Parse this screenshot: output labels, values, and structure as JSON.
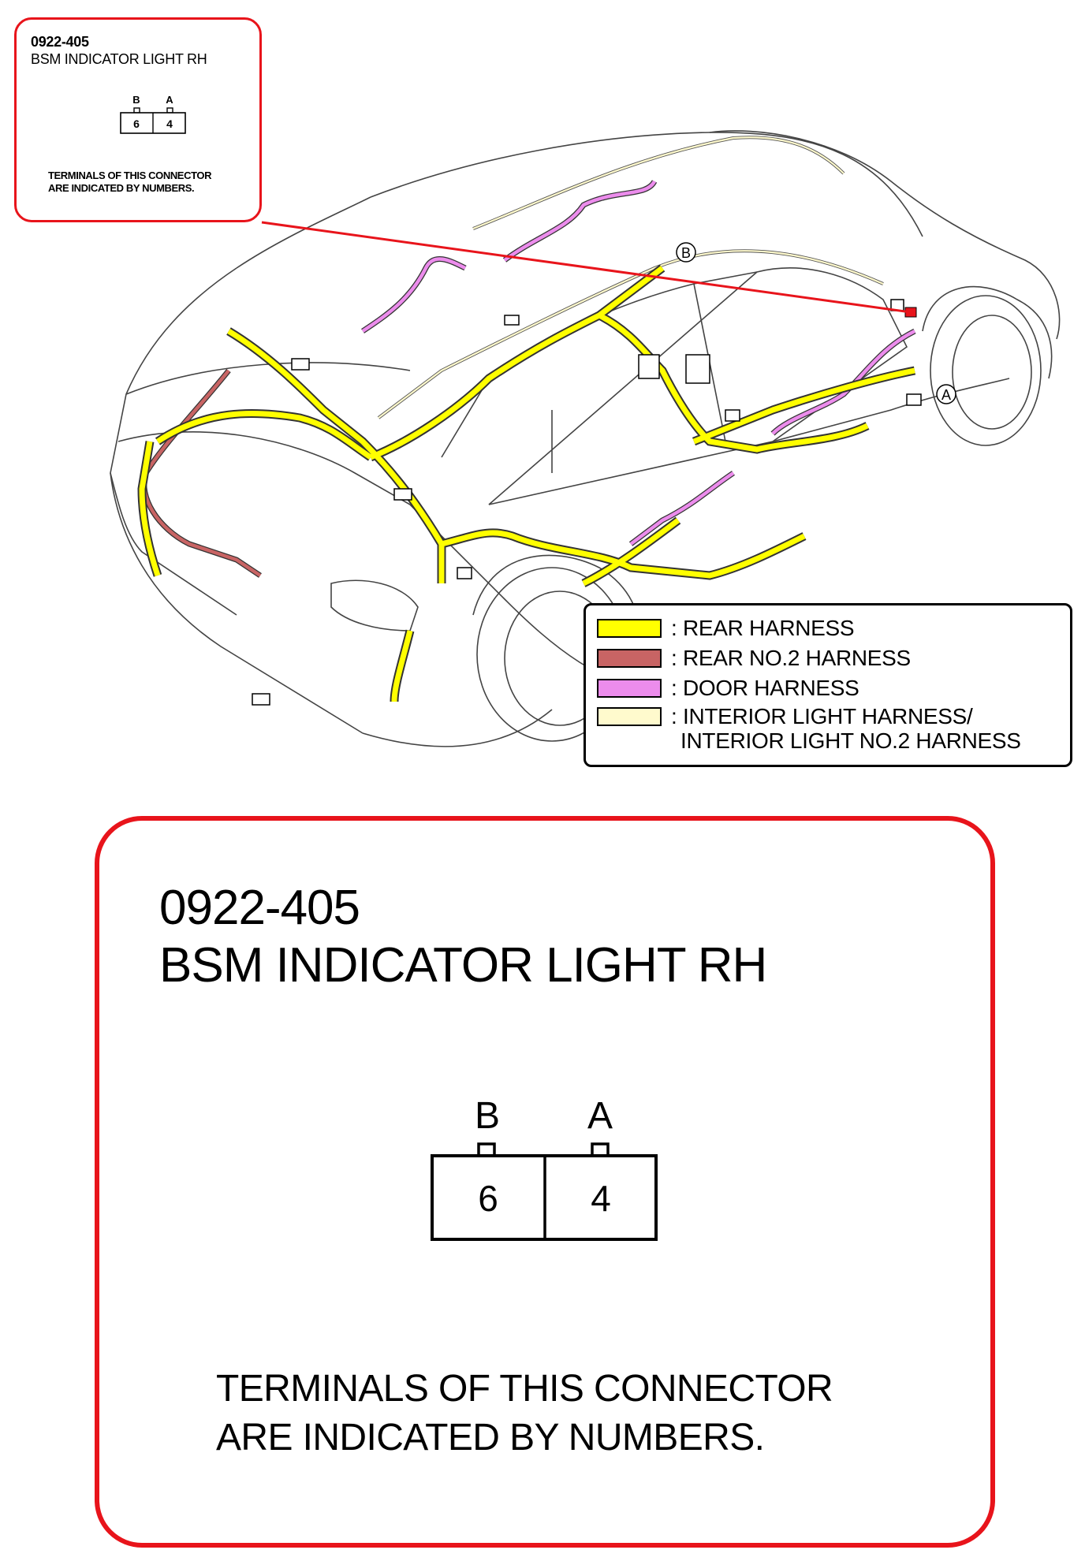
{
  "connector": {
    "code": "0922-405",
    "name": "BSM INDICATOR LIGHT RH",
    "note_line1": "TERMINALS OF THIS CONNECTOR",
    "note_line2": "ARE INDICATED BY NUMBERS.",
    "pins": [
      {
        "letter": "B",
        "number": "6"
      },
      {
        "letter": "A",
        "number": "4"
      }
    ]
  },
  "diagram": {
    "markers": [
      "B",
      "A"
    ]
  },
  "legend": {
    "items": [
      {
        "label": ": REAR HARNESS",
        "color": "#ffff00"
      },
      {
        "label": ": REAR NO.2 HARNESS",
        "color": "#c86464"
      },
      {
        "label": ": DOOR HARNESS",
        "color": "#ec8cec"
      },
      {
        "label": ": INTERIOR LIGHT HARNESS/",
        "color": "#fffacd"
      }
    ],
    "continuation": "INTERIOR LIGHT NO.2 HARNESS"
  },
  "colors": {
    "callout_border": "#e8141b",
    "rear_harness": "#ffff00",
    "rear_no2_harness": "#c86464",
    "door_harness": "#ec8cec",
    "interior_light_harness": "#fffacd"
  }
}
